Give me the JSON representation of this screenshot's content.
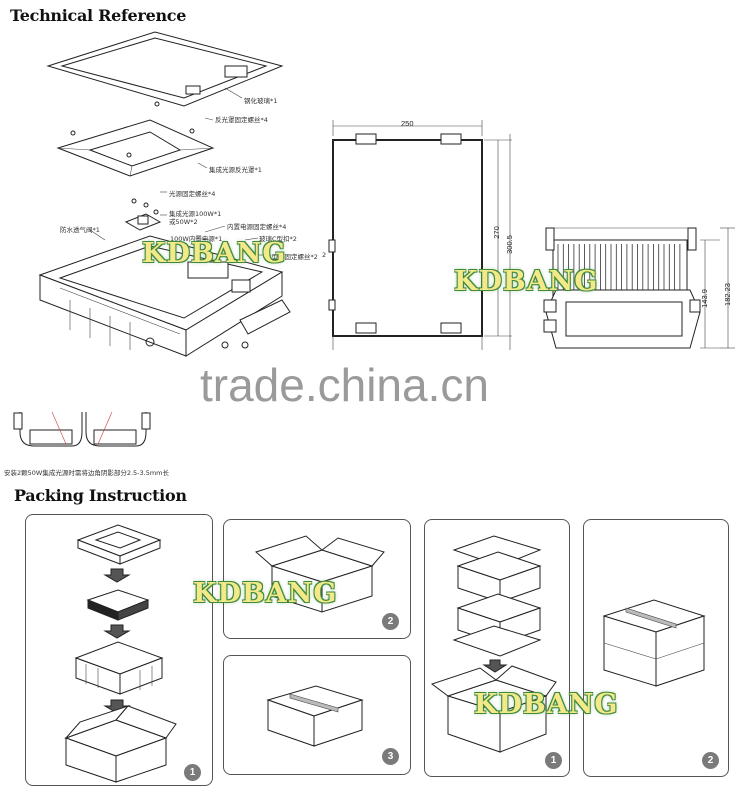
{
  "sections": {
    "technical_reference": "Technical Reference",
    "packing_instruction": "Packing Instruction"
  },
  "callouts": {
    "c1": "钢化玻璃*1",
    "c2": "反光罩固定螺丝*4",
    "c3": "集成光源反光罩*1",
    "c4": "光源固定螺丝*4",
    "c5": "集成光源100W*1",
    "c6": "或50W*2",
    "c7": "内置电源固定螺丝*4",
    "c8": "防水透气阀*1",
    "c9": "100W内置电源*1",
    "c10": "玻璃C型扣*2",
    "c11": "C型扣固定螺丝*2",
    "c12": "2",
    "footnote": "安装2颗50W集成光源时需将边角阴影部分2.5-3.5mm长"
  },
  "dimensions": {
    "width": "250",
    "height_a": "270",
    "height_b": "300.5",
    "side_a": "143.9",
    "side_b": "182.23"
  },
  "watermarks": {
    "brand": "KDBANG",
    "site": "trade.china.cn"
  },
  "steps": {
    "p1": "1",
    "p2": "2",
    "p3": "3",
    "p4": "1",
    "p5": "2"
  }
}
